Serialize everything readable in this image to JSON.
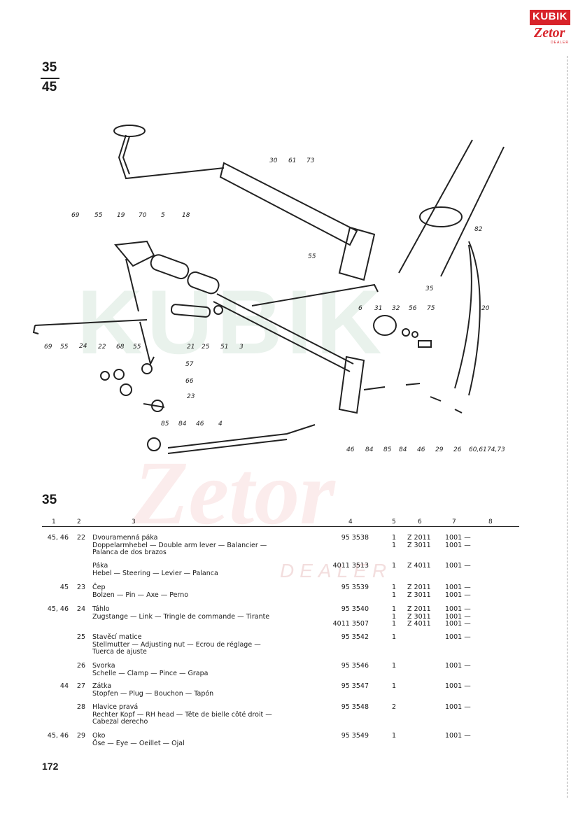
{
  "logo": {
    "kubik": "KUBIK",
    "zetor": "Zetor",
    "dealer": "DEALER"
  },
  "header": {
    "model_top": "35",
    "model_bottom": "45"
  },
  "watermark": {
    "kubik": "KUBIK",
    "zetor": "Zetor",
    "dealer": "DEALER"
  },
  "diagram": {
    "callouts": [
      "30",
      "61",
      "73",
      "69",
      "55",
      "19",
      "70",
      "5",
      "18",
      "55",
      "82",
      "35",
      "20",
      "6",
      "31",
      "32",
      "56",
      "75",
      "24",
      "25",
      "51",
      "3",
      "69",
      "55",
      "22",
      "68",
      "55",
      "21",
      "57",
      "66",
      "23",
      "85",
      "84",
      "46",
      "4",
      "46",
      "84",
      "85",
      "84",
      "46",
      "29",
      "26",
      "60,61",
      "74,73"
    ]
  },
  "section_title": "35",
  "table": {
    "columns": [
      "1",
      "2",
      "3",
      "4",
      "5",
      "6",
      "7",
      "8"
    ],
    "rows": [
      {
        "c1": [
          "45, 46"
        ],
        "c2": [
          "22"
        ],
        "c3": [
          "Dvouramenná páka",
          "Doppelarmhebel — Double arm lever — Balancier —",
          "Palanca de dos brazos"
        ],
        "c4": [
          "95 3538"
        ],
        "c5": [
          "1",
          "1"
        ],
        "c6": [
          "Z 2011",
          "Z 3011"
        ],
        "c7": [
          "1001 —",
          "1001 —"
        ]
      },
      {
        "c1": [],
        "c2": [],
        "c3": [
          "Páka",
          "Hebel — Steering — Levier — Palanca"
        ],
        "c4": [
          "4011 3513"
        ],
        "c5": [
          "1"
        ],
        "c6": [
          "Z 4011"
        ],
        "c7": [
          "1001 —"
        ]
      },
      {
        "c1": [
          "45"
        ],
        "c2": [
          "23"
        ],
        "c3": [
          "Čep",
          "Bolzen — Pin — Axe — Perno"
        ],
        "c4": [
          "95 3539"
        ],
        "c5": [
          "1",
          "1"
        ],
        "c6": [
          "Z 2011",
          "Z 3011"
        ],
        "c7": [
          "1001 —",
          "1001 —"
        ]
      },
      {
        "c1": [
          "45, 46"
        ],
        "c2": [
          "24"
        ],
        "c3": [
          "Táhlo",
          "Zugstange — Link — Tringle de commande — Tirante"
        ],
        "c4": [
          "95 3540",
          "",
          "4011 3507"
        ],
        "c5": [
          "1",
          "1",
          "1"
        ],
        "c6": [
          "Z 2011",
          "Z 3011",
          "Z 4011"
        ],
        "c7": [
          "1001 —",
          "1001 —",
          "1001 —"
        ]
      },
      {
        "c1": [],
        "c2": [
          "25"
        ],
        "c3": [
          "Stavěcí matice",
          "Stellmutter — Adjusting nut — Ecrou de réglage —",
          "Tuerca de ajuste"
        ],
        "c4": [
          "95 3542"
        ],
        "c5": [
          "1"
        ],
        "c6": [],
        "c7": [
          "1001 —"
        ]
      },
      {
        "c1": [],
        "c2": [
          "26"
        ],
        "c3": [
          "Svorka",
          "Schelle — Clamp — Pince — Grapa"
        ],
        "c4": [
          "95 3546"
        ],
        "c5": [
          "1"
        ],
        "c6": [],
        "c7": [
          "1001 —"
        ]
      },
      {
        "c1": [
          "44"
        ],
        "c2": [
          "27"
        ],
        "c3": [
          "Zátka",
          "Stopfen — Plug — Bouchon — Tapón"
        ],
        "c4": [
          "95 3547"
        ],
        "c5": [
          "1"
        ],
        "c6": [],
        "c7": [
          "1001 —"
        ]
      },
      {
        "c1": [],
        "c2": [
          "28"
        ],
        "c3": [
          "Hlavice pravá",
          "Rechter Kopf — RH head — Tête de bielle côté droit —",
          "Cabezal derecho"
        ],
        "c4": [
          "95 3548"
        ],
        "c5": [
          "2"
        ],
        "c6": [],
        "c7": [
          "1001 —"
        ]
      },
      {
        "c1": [
          "45, 46"
        ],
        "c2": [
          "29"
        ],
        "c3": [
          "Oko",
          "Öse — Eye — Oeillet — Ojal"
        ],
        "c4": [
          "95 3549"
        ],
        "c5": [
          "1"
        ],
        "c6": [],
        "c7": [
          "1001 —"
        ]
      }
    ]
  },
  "page_number": "172"
}
